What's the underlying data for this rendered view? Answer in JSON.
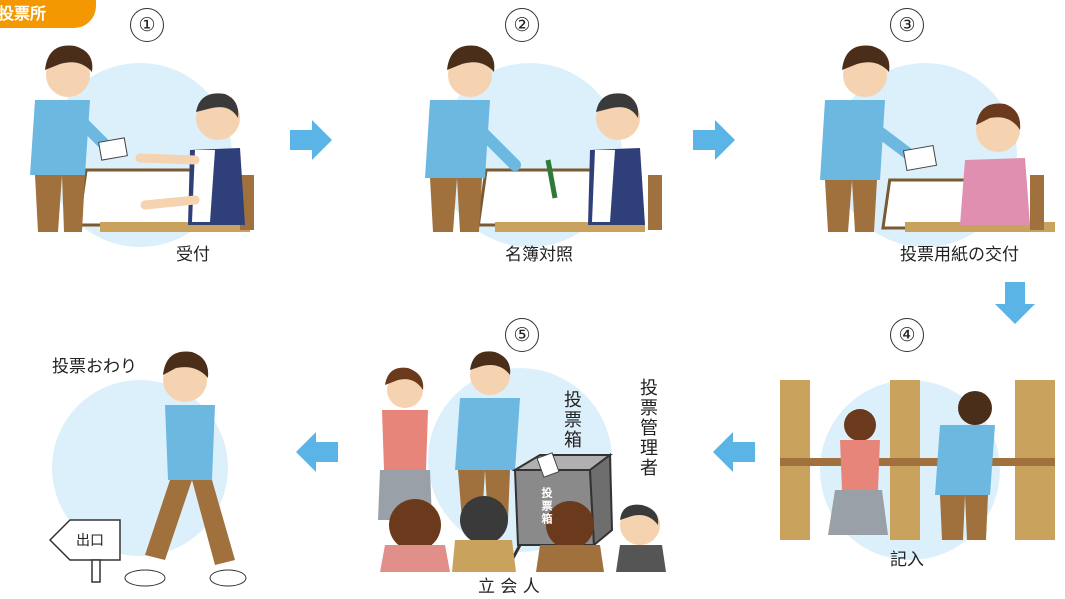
{
  "badge": "投票所",
  "steps": [
    {
      "num": "①",
      "caption": "受付"
    },
    {
      "num": "②",
      "caption": "名簿対照"
    },
    {
      "num": "③",
      "caption": "投票用紙の交付"
    },
    {
      "num": "④",
      "caption": "記入"
    },
    {
      "num": "⑤",
      "caption": "立 会 人"
    }
  ],
  "labels": {
    "finish": "投票おわり",
    "exit_sign": "出口",
    "ballot_box": "投票箱",
    "manager": "投票管理者",
    "box_text": "投票箱"
  },
  "colors": {
    "badge": "#f39800",
    "arrow": "#5ab4e5",
    "circle": "#dcf0fb",
    "shirt": "#6cb8e0",
    "pants": "#a0713d",
    "hair": "#4a2e1a"
  }
}
